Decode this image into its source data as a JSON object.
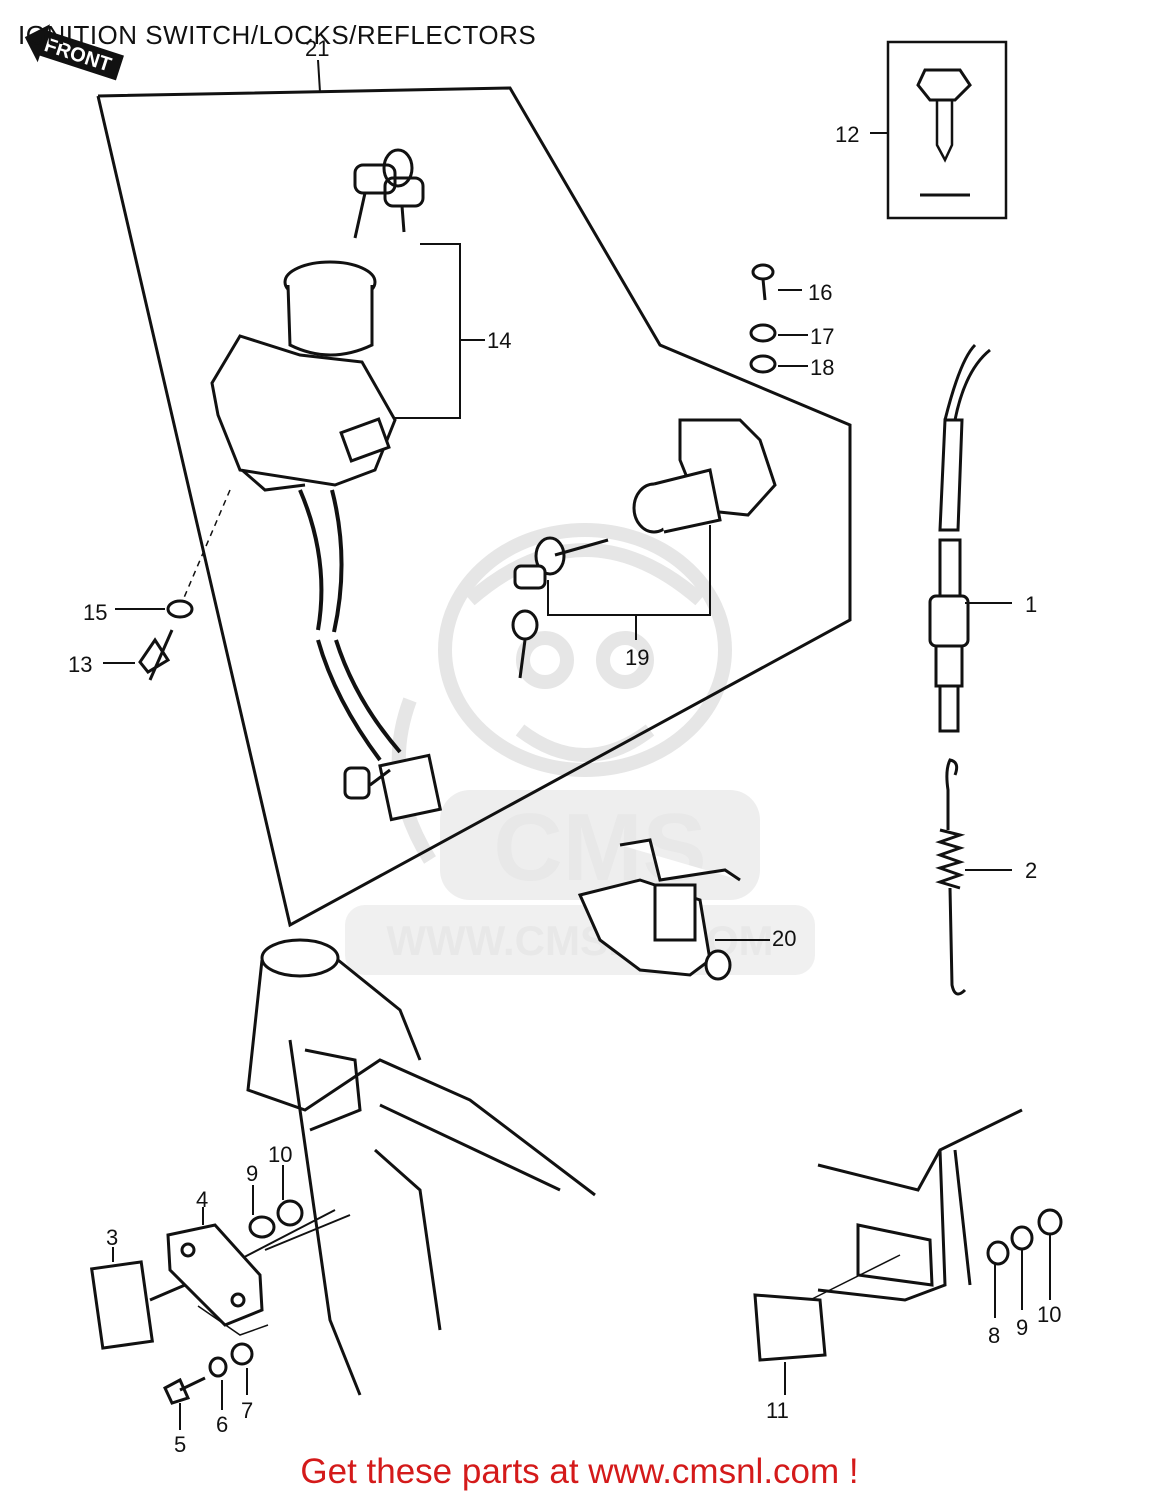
{
  "title": "IGNITION SWITCH/LOCKS/REFLECTORS",
  "footer": "Get these parts at www.cmsnl.com !",
  "front_label": "FRONT",
  "watermark": {
    "logo_text": "CMS",
    "url_text": "WWW.CMSNL.COM"
  },
  "callouts": {
    "c1": "1",
    "c2": "2",
    "c3": "3",
    "c4": "4",
    "c5": "5",
    "c6": "6",
    "c7": "7",
    "c8": "8",
    "c9a": "9",
    "c9b": "9",
    "c10a": "10",
    "c10b": "10",
    "c11": "11",
    "c12": "12",
    "c13": "13",
    "c14": "14",
    "c15": "15",
    "c16": "16",
    "c17": "17",
    "c18": "18",
    "c19": "19",
    "c20": "20",
    "c21": "21"
  },
  "colors": {
    "footer": "#d41a1a",
    "line": "#111111",
    "watermark": "#e6e6e6"
  }
}
